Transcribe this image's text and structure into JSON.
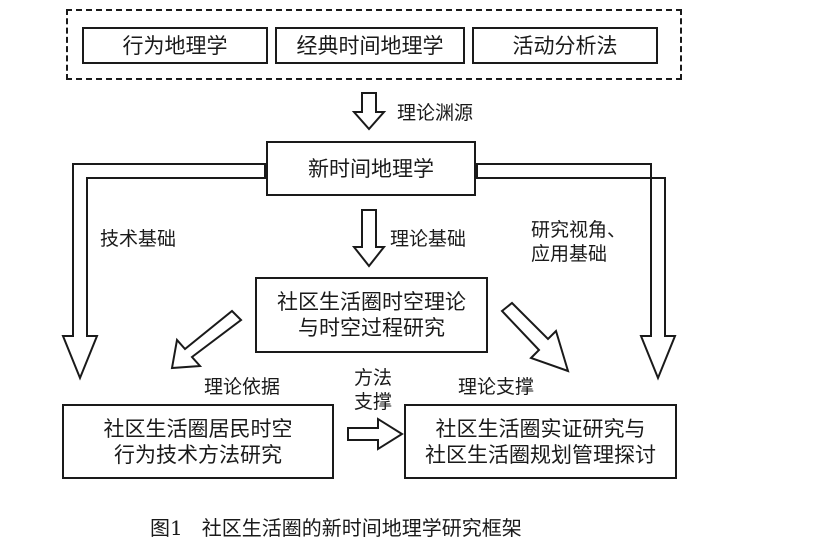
{
  "sources": [
    "行为地理学",
    "经典时间地理学",
    "活动分析法"
  ],
  "theory_origin_label": "理论渊源",
  "core_box": "新时间地理学",
  "tech_basis_label": "技术基础",
  "theory_basis_label": "理论基础",
  "perspective_label": [
    "研究视角、",
    "应用基础"
  ],
  "center_box": [
    "社区生活圈时空理论",
    "与时空过程研究"
  ],
  "theory_reference_label": "理论依据",
  "method_support_label": [
    "方法",
    "支撑"
  ],
  "theory_support_label": "理论支撑",
  "left_box": [
    "社区生活圈居民时空",
    "行为技术方法研究"
  ],
  "right_box": [
    "社区生活圈实证研究与",
    "社区生活圈规划管理探讨"
  ],
  "caption": "图1   社区生活圈的新时间地理学研究框架",
  "colors": {
    "stroke": "#1a1a1a",
    "background": "#ffffff"
  }
}
